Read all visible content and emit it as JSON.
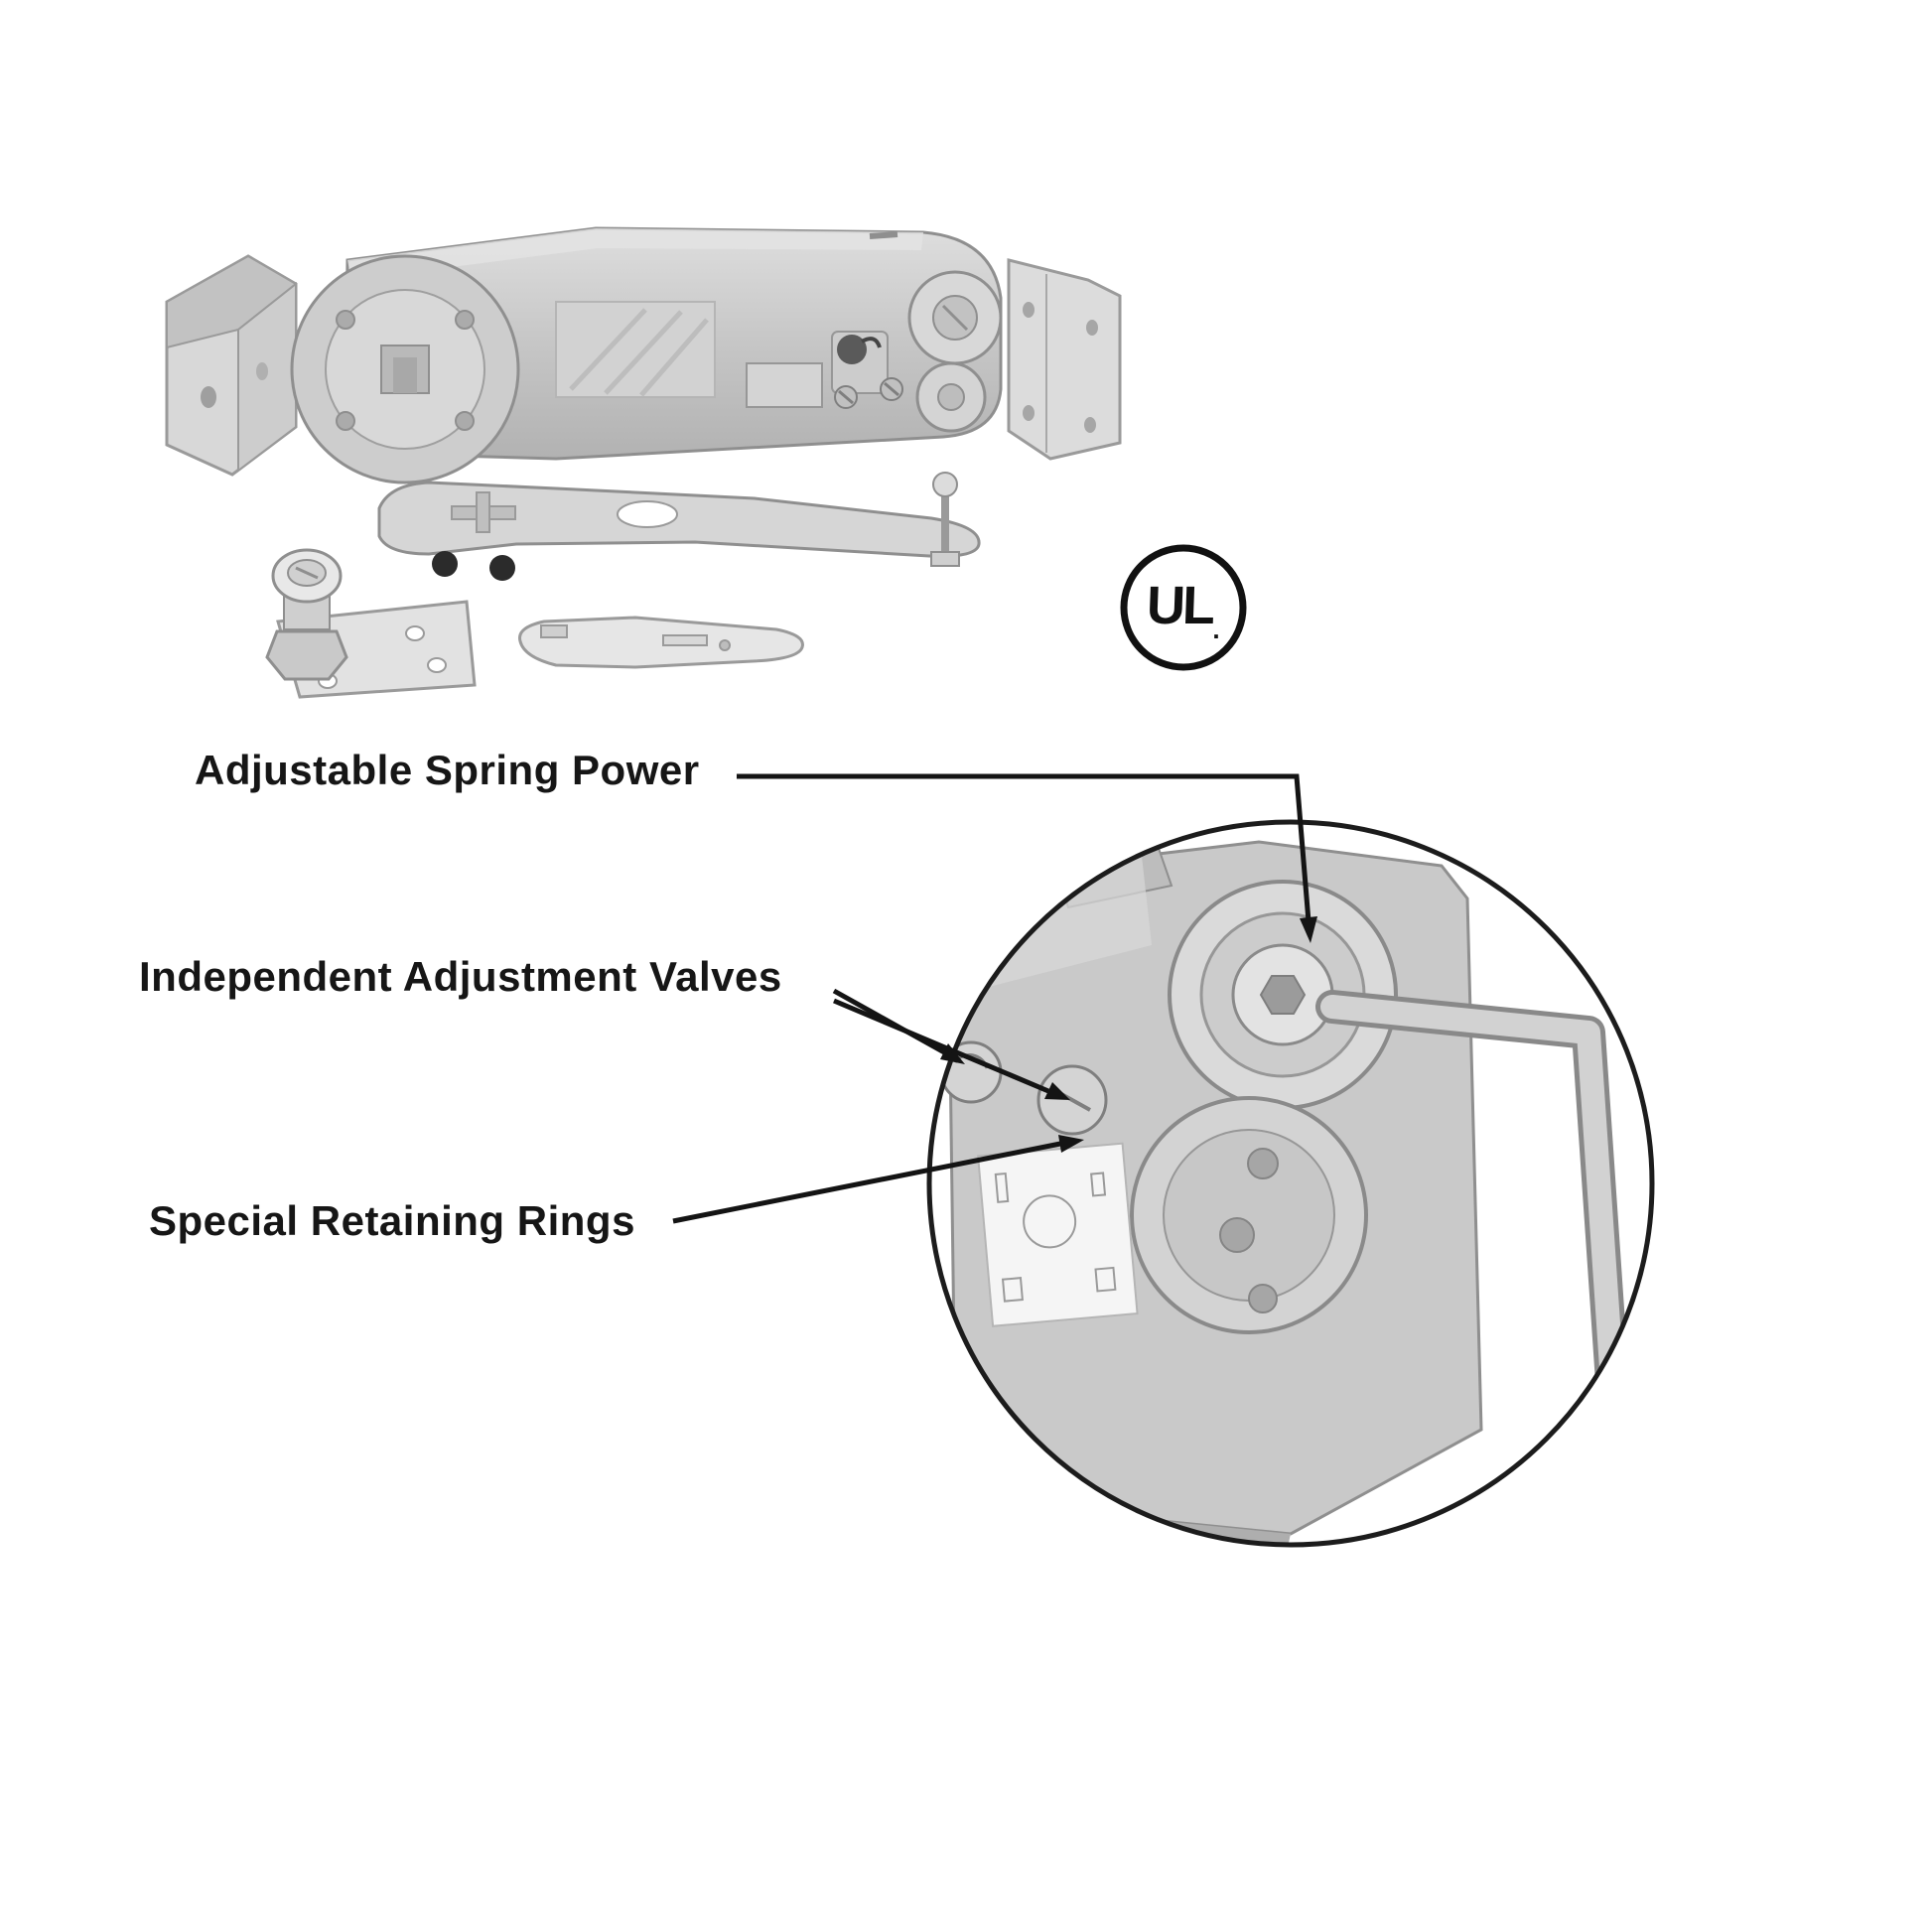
{
  "callouts": [
    {
      "id": "adjustable-spring-power",
      "label": "Adjustable Spring Power"
    },
    {
      "id": "independent-adjustment-valves",
      "label": "Independent Adjustment Valves"
    },
    {
      "id": "special-retaining-rings",
      "label": "Special Retaining Rings"
    }
  ],
  "ul_mark": {
    "letters": "UL",
    "registered_dot": "."
  },
  "icons": {
    "ul_circle_icon": "UL-certification-circle-mark",
    "detail_magnifier_circle": "zoomed-detail-circle",
    "hex_key_icon": "allen-hex-wrench"
  },
  "colors": {
    "background": "#ffffff",
    "label_text": "#161616",
    "leader_line": "#141414",
    "metal_light": "#dcdcdc",
    "metal_mid": "#c6c6c6",
    "metal_dark": "#a0a0a0",
    "metal_outline": "#8f8f8f",
    "knob_black": "#2b2b2b"
  }
}
